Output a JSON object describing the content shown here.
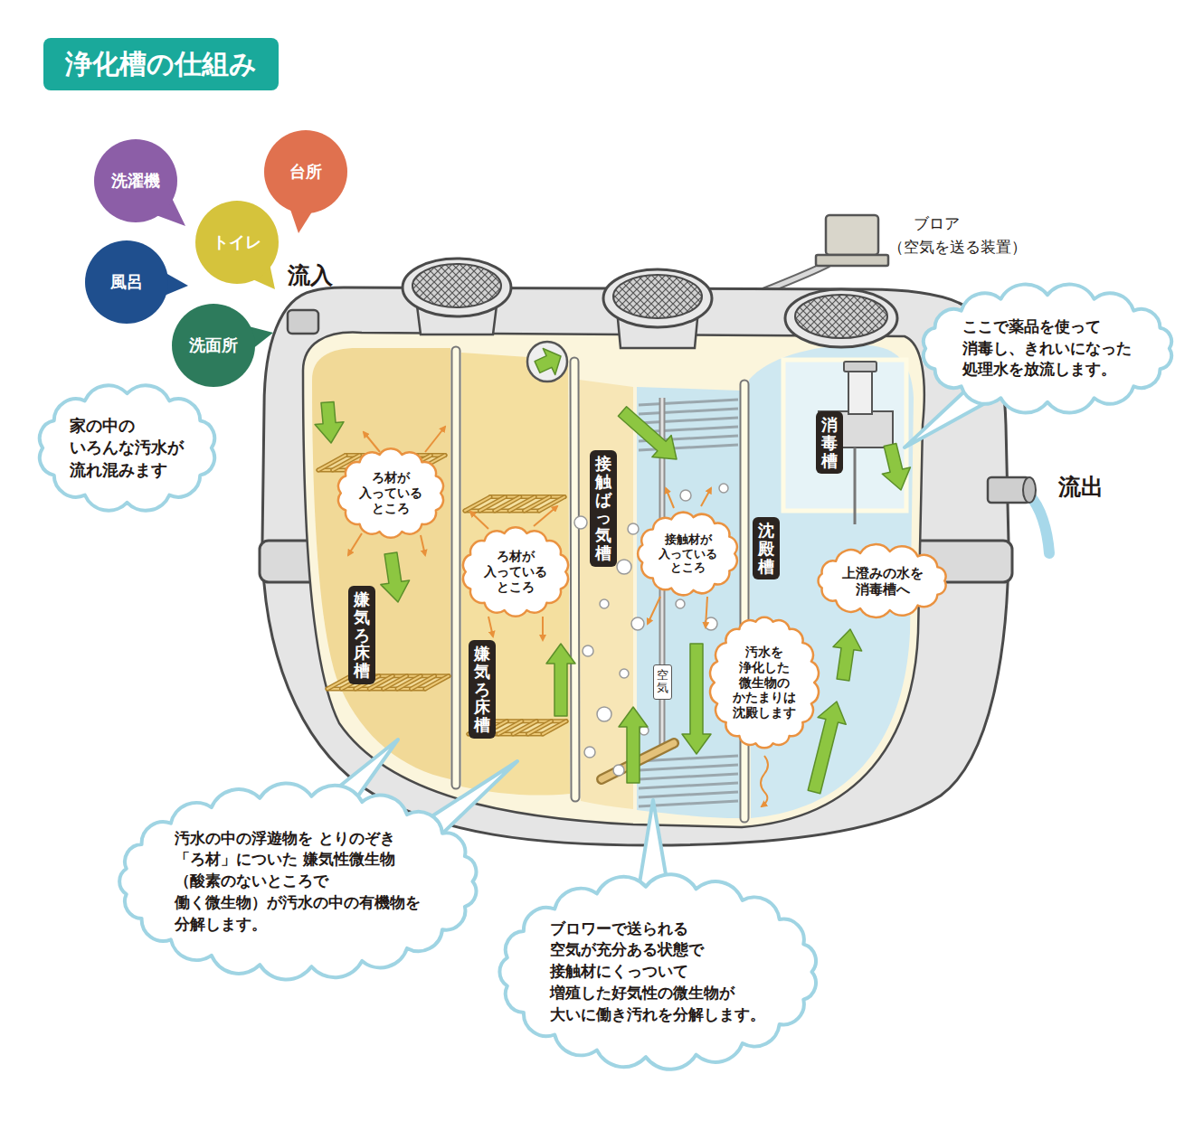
{
  "diagram": {
    "title": "浄化槽の仕組み",
    "nodes": [
      {
        "text": [
          "洗濯機"
        ]
      },
      {
        "text": [
          "台所"
        ]
      },
      {
        "text": [
          "トイレ"
        ]
      },
      {
        "text": [
          "風呂"
        ]
      },
      {
        "text": [
          "洗面所"
        ]
      },
      {
        "text": [
          "家の中の いろんな汚水が 流れ混みます"
        ]
      },
      {
        "text": [
          "ここで薬品を使って 消毒し、きれいになった 処理水を放流します。"
        ]
      },
      {
        "text": [
          "ろ材が 入っている ところ"
        ]
      },
      {
        "text": [
          "嫌気ろ床槽"
        ]
      },
      {
        "text": [
          "ろ材が 入っている ところ"
        ]
      },
      {
        "text": [
          "接触ばっ気槽"
        ]
      },
      {
        "text": [
          "接触材が 入っている ところ"
        ]
      },
      {
        "text": [
          "空気"
        ]
      },
      {
        "text": [
          "沈殿槽"
        ]
      },
      {
        "text": [
          "消毒槽"
        ]
      },
      {
        "text": [
          "上澄みの水を 消毒槽へ"
        ]
      },
      {
        "text": [
          "汚水を 浄化した 微生物の かたまりは 沈殿します"
        ]
      },
      {
        "text": [
          "嫌気ろ床槽"
        ]
      },
      {
        "text": [
          "汚水の中の浮遊物を とりのぞき「ろ材」についた 嫌気性微生物（酸素のないところで 働く微生物）が汚水の中の有機物を 分解します。"
        ]
      },
      {
        "text": [
          "ブロワーで送られる 空気が充分ある状態で 接触材にくっついて 増殖した好気性の微生物が 大いに働き汚れを分解します。"
        ]
      }
    ],
    "labels": [
      "流入",
      "ブロア",
      "（空気を送る装置）",
      "流出"
    ]
  }
}
